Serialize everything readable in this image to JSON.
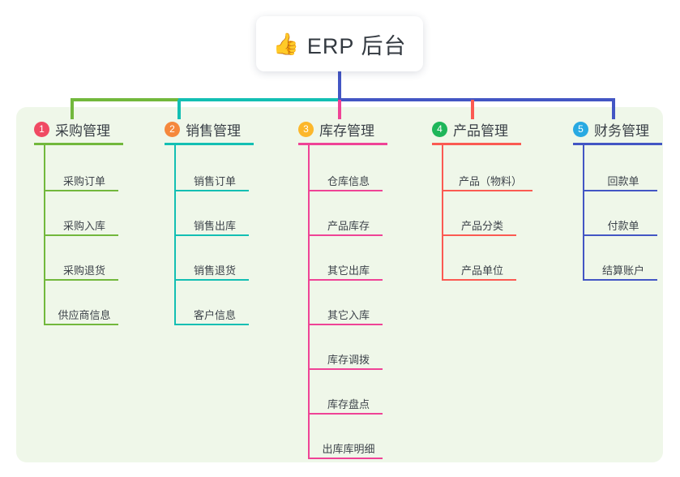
{
  "diagram": {
    "root": {
      "icon": "thumbs-up-emoji",
      "emoji": "👍",
      "label": "ERP 后台"
    },
    "panel_color": "#eff7e9",
    "columns": [
      {
        "index": "1",
        "title": "采购管理",
        "badge_color": "#f04a63",
        "line_color": "#72b83c",
        "items": [
          "采购订单",
          "采购入库",
          "采购退货",
          "供应商信息"
        ]
      },
      {
        "index": "2",
        "title": "销售管理",
        "badge_color": "#f5883c",
        "line_color": "#13bfb3",
        "items": [
          "销售订单",
          "销售出库",
          "销售退货",
          "客户信息"
        ]
      },
      {
        "index": "3",
        "title": "库存管理",
        "badge_color": "#fcb72b",
        "line_color": "#ef4396",
        "items": [
          "仓库信息",
          "产品库存",
          "其它出库",
          "其它入库",
          "库存调拨",
          "库存盘点",
          "出库库明细"
        ]
      },
      {
        "index": "4",
        "title": "产品管理",
        "badge_color": "#1eb65a",
        "line_color": "#fb5a52",
        "items": [
          "产品（物料）",
          "产品分类",
          "产品单位"
        ]
      },
      {
        "index": "5",
        "title": "财务管理",
        "badge_color": "#28a9e2",
        "line_color": "#4356c4",
        "items": [
          "回款单",
          "付款单",
          "结算账户"
        ]
      }
    ]
  }
}
